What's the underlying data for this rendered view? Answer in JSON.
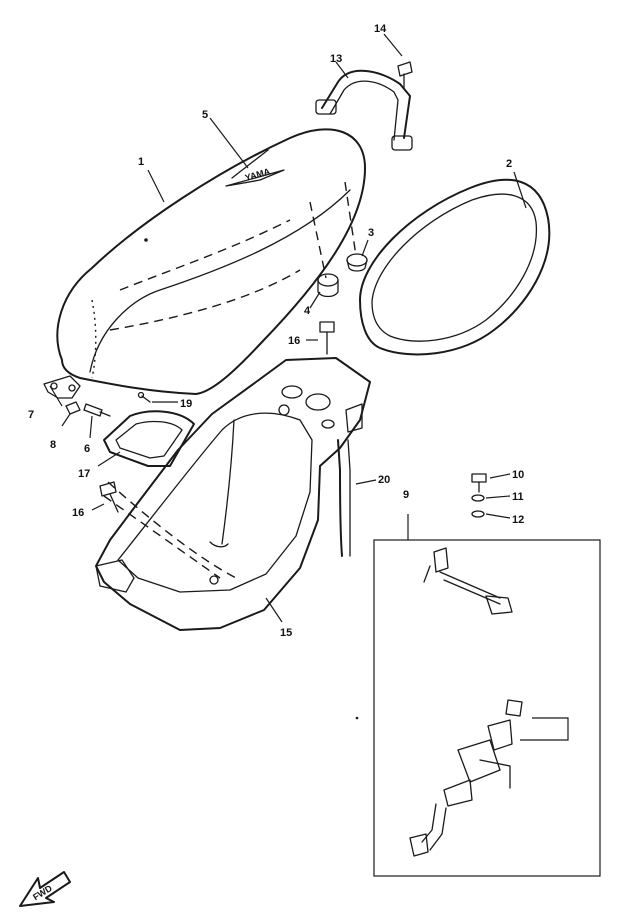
{
  "callouts": {
    "c1": "1",
    "c2": "2",
    "c3": "3",
    "c4": "4",
    "c5": "5",
    "c6": "6",
    "c7": "7",
    "c8": "8",
    "c9": "9",
    "c10": "10",
    "c11": "11",
    "c12": "12",
    "c13": "13",
    "c14": "14",
    "c15": "15",
    "c16a": "16",
    "c16b": "16",
    "c17": "17",
    "c19": "19",
    "c20": "20"
  },
  "fwd_label": "FWD",
  "seat_emblem": "YAMA",
  "colors": {
    "ink": "#1a1a1a",
    "paper": "#ffffff"
  }
}
